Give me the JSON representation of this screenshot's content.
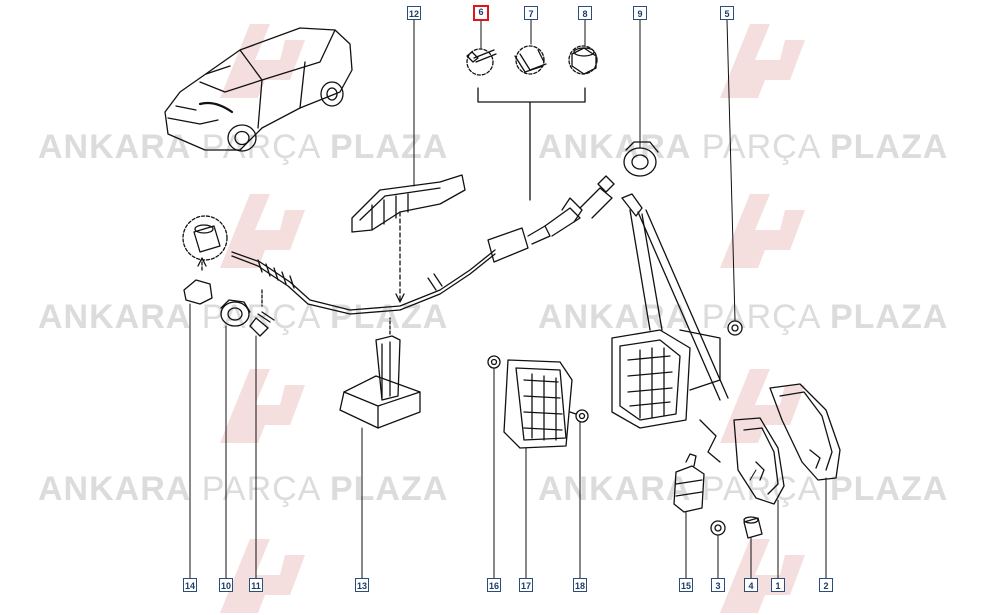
{
  "watermark": {
    "text_bold_1": "ANKARA",
    "text_light": "PARÇA",
    "text_bold_2": "PLAZA",
    "logo_icon": "ap-logo-icon",
    "color": "#dcdcdc",
    "logo_color": "#f2d0d0"
  },
  "callouts": [
    {
      "id": "12",
      "label": "12",
      "highlighted": false
    },
    {
      "id": "6",
      "label": "6",
      "highlighted": true
    },
    {
      "id": "7",
      "label": "7",
      "highlighted": false
    },
    {
      "id": "8",
      "label": "8",
      "highlighted": false
    },
    {
      "id": "9",
      "label": "9",
      "highlighted": false
    },
    {
      "id": "5",
      "label": "5",
      "highlighted": false
    },
    {
      "id": "14",
      "label": "14",
      "highlighted": false
    },
    {
      "id": "10",
      "label": "10",
      "highlighted": false
    },
    {
      "id": "11",
      "label": "11",
      "highlighted": false
    },
    {
      "id": "13",
      "label": "13",
      "highlighted": false
    },
    {
      "id": "16",
      "label": "16",
      "highlighted": false
    },
    {
      "id": "17",
      "label": "17",
      "highlighted": false
    },
    {
      "id": "18",
      "label": "18",
      "highlighted": false
    },
    {
      "id": "15",
      "label": "15",
      "highlighted": false
    },
    {
      "id": "3",
      "label": "3",
      "highlighted": false
    },
    {
      "id": "4",
      "label": "4",
      "highlighted": false
    },
    {
      "id": "1",
      "label": "1",
      "highlighted": false
    },
    {
      "id": "2",
      "label": "2",
      "highlighted": false
    }
  ],
  "colors": {
    "line": "#111111",
    "callout_border": "#2a4d7a",
    "callout_text": "#1f3a66",
    "highlight": "#e0141b"
  }
}
